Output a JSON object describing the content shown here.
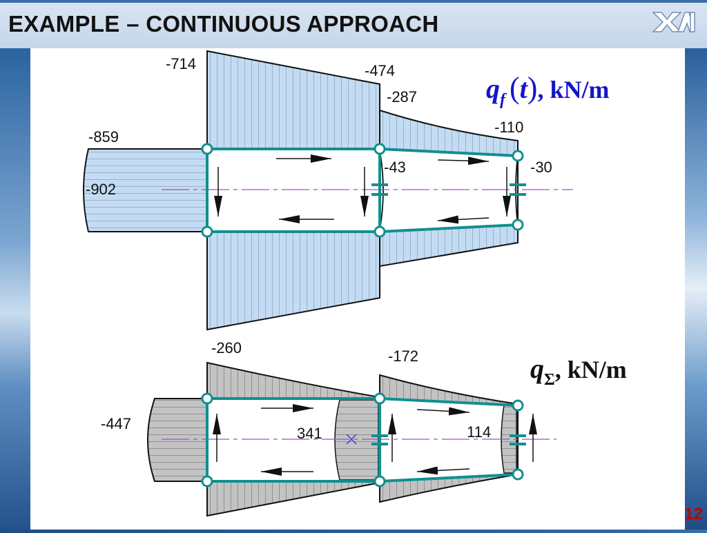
{
  "slide": {
    "title": "EXAMPLE – CONTINUOUS APPROACH",
    "page_number": "12",
    "logo_icon": "xai-logo-icon",
    "colors": {
      "title_bar": "#c9d9ec",
      "frame": "#118f8f",
      "fill_blue": "#c4dcf3",
      "fill_gray": "#c0c0c0",
      "axis": "#a050c0",
      "unit_blue": "#1515c8",
      "page_number": "#c00000"
    }
  },
  "top_diagram": {
    "unit_symbol": "q",
    "unit_subscript": "f",
    "unit_arg": "t",
    "unit_suffix": ", kN/m",
    "labels": {
      "a": "-714",
      "b": "-474",
      "c": "-287",
      "d": "-110",
      "e": "-859",
      "f": "-902",
      "g": "-43",
      "h": "-30"
    }
  },
  "bottom_diagram": {
    "unit_symbol": "q",
    "unit_subscript": "Σ",
    "unit_suffix": ", kN/m",
    "labels": {
      "a": "-260",
      "b": "-172",
      "c": "-447",
      "d": "341",
      "e": "114"
    }
  }
}
